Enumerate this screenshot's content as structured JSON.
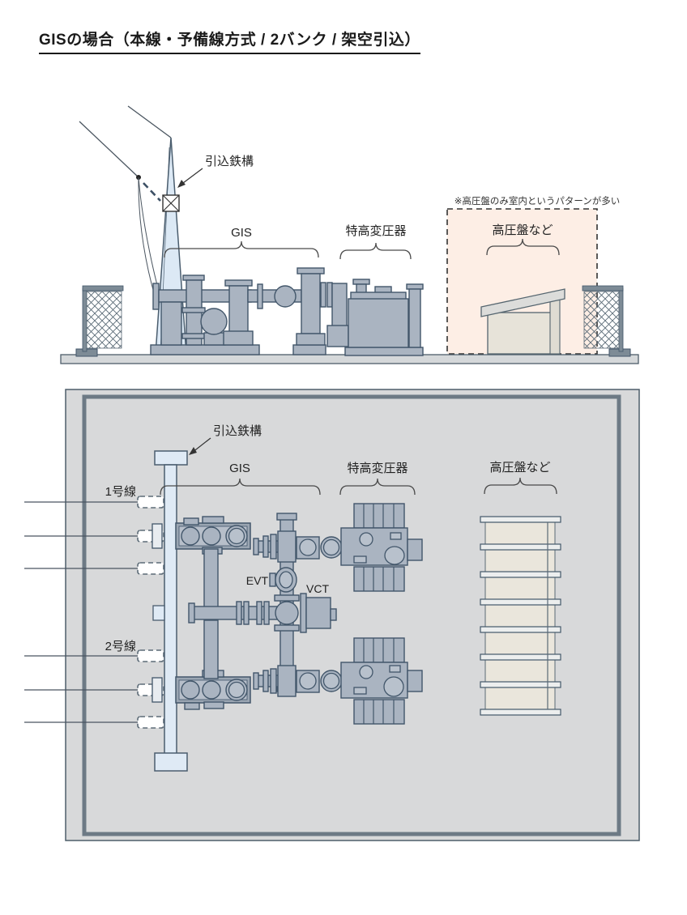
{
  "title": "GISの場合（本線・予備線方式 / 2バンク / 架空引込）",
  "colors": {
    "equipment_fill": "#aab4c1",
    "equipment_outline": "#42566a",
    "tower_blue": "#dce9f5",
    "plan_background": "#d8d9da",
    "indoor_area_pink": "#fdeee5",
    "panel_beige": "#eae6dc"
  },
  "elevation": {
    "tower_label": "引込鉄構",
    "gis_label": "GIS",
    "transformer_label": "特高変圧器",
    "hv_panel_label": "高圧盤など",
    "indoor_note": "※高圧盤のみ室内というパターンが多い"
  },
  "plan": {
    "tower_label": "引込鉄構",
    "gis_label": "GIS",
    "transformer_label": "特高変圧器",
    "hv_panel_label": "高圧盤など",
    "line1_label": "1号線",
    "line2_label": "2号線",
    "evt_label": "EVT",
    "vct_label": "VCT"
  }
}
